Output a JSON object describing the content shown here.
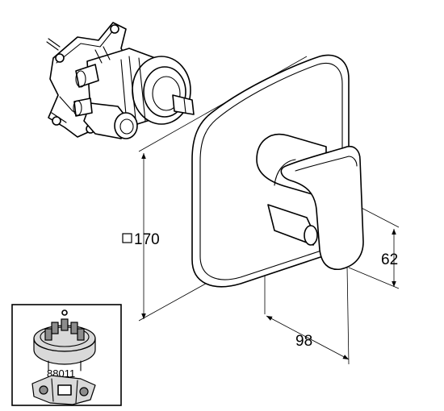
{
  "dimensions": {
    "height_label": "170",
    "height_prefix_symbol": "□",
    "depth_label": "98",
    "lever_height_label": "62"
  },
  "inset": {
    "part_number": "88011"
  },
  "icons": {
    "square_symbol": "square-icon",
    "arrow": "arrowhead-icon"
  }
}
